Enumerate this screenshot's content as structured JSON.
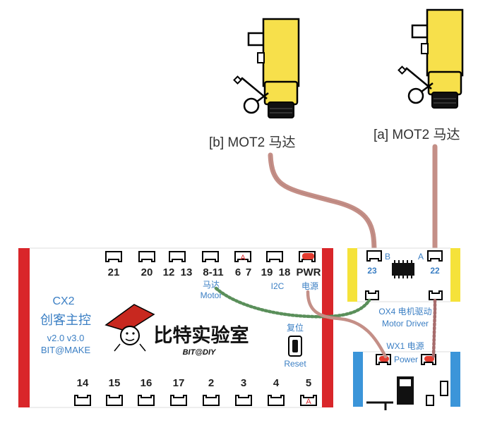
{
  "motors": [
    {
      "label": "[b] MOT2 马达"
    },
    {
      "label": "[a] MOT2 马达"
    }
  ],
  "main_board": {
    "name": "CX2",
    "title_cn": "创客主控",
    "version": "v2.0 v3.0",
    "brand": "BIT@MAKE",
    "logo_text": "比特实验室",
    "logo_sub": "BIT@DIY",
    "top_ports": [
      "21",
      "20",
      "12",
      "13",
      "8-11",
      "6",
      "7",
      "19",
      "18",
      "PWR"
    ],
    "top_port_marker": "A",
    "motor_label_cn": "马达",
    "motor_label_en": "Motor",
    "i2c_label": "I2C",
    "power_label_cn": "电源",
    "reset_label_cn": "复位",
    "reset_label_en": "Reset",
    "bottom_ports": [
      "14",
      "15",
      "16",
      "17",
      "2",
      "3",
      "4",
      "5"
    ],
    "bottom_port_marker": "A"
  },
  "motor_driver": {
    "port_b": "B",
    "port_a": "A",
    "left_num": "23",
    "right_num": "22",
    "label_cn": "OX4 电机驱动",
    "label_en": "Motor Driver"
  },
  "power_module": {
    "label": "WX1 电源",
    "power_text": "Power"
  },
  "colors": {
    "board_red": "#d9262a",
    "driver_yellow": "#f5e23a",
    "power_blue": "#3b95d9",
    "motor_yellow": "#f7e04b",
    "wire_brown": "#c48f87",
    "wire_green": "#5a8f5a",
    "text_blue": "#3b7fc4"
  }
}
